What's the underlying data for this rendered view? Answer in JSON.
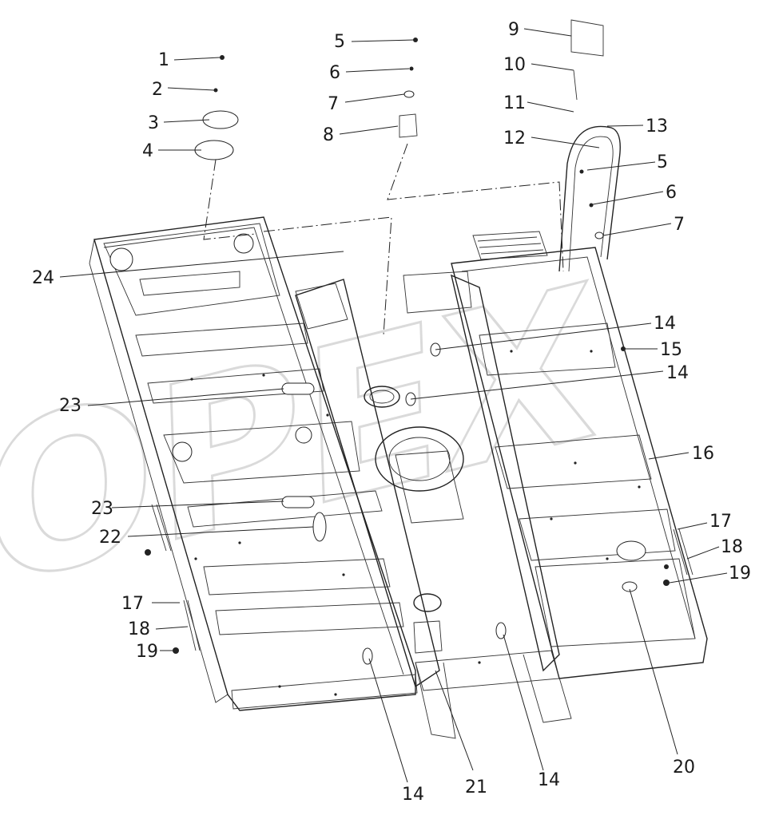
{
  "watermark": {
    "text": "OPEX",
    "stroke": "#d6d6d6"
  },
  "colors": {
    "line": "#222222",
    "background": "#ffffff"
  },
  "callouts": [
    {
      "id": "c1",
      "label": "1"
    },
    {
      "id": "c2",
      "label": "2"
    },
    {
      "id": "c3",
      "label": "3"
    },
    {
      "id": "c4",
      "label": "4"
    },
    {
      "id": "c5a",
      "label": "5"
    },
    {
      "id": "c6a",
      "label": "6"
    },
    {
      "id": "c7a",
      "label": "7"
    },
    {
      "id": "c8",
      "label": "8"
    },
    {
      "id": "c9",
      "label": "9"
    },
    {
      "id": "c10",
      "label": "10"
    },
    {
      "id": "c11",
      "label": "11"
    },
    {
      "id": "c12",
      "label": "12"
    },
    {
      "id": "c13",
      "label": "13"
    },
    {
      "id": "c5b",
      "label": "5"
    },
    {
      "id": "c6b",
      "label": "6"
    },
    {
      "id": "c7b",
      "label": "7"
    },
    {
      "id": "c24",
      "label": "24"
    },
    {
      "id": "c14a",
      "label": "14"
    },
    {
      "id": "c15",
      "label": "15"
    },
    {
      "id": "c14b",
      "label": "14"
    },
    {
      "id": "c23a",
      "label": "23"
    },
    {
      "id": "c16",
      "label": "16"
    },
    {
      "id": "c23b",
      "label": "23"
    },
    {
      "id": "c22",
      "label": "22"
    },
    {
      "id": "c17a",
      "label": "17"
    },
    {
      "id": "c18a",
      "label": "18"
    },
    {
      "id": "c19a",
      "label": "19"
    },
    {
      "id": "c17b",
      "label": "17"
    },
    {
      "id": "c18b",
      "label": "18"
    },
    {
      "id": "c19b",
      "label": "19"
    },
    {
      "id": "c20",
      "label": "20"
    },
    {
      "id": "c14c",
      "label": "14"
    },
    {
      "id": "c21",
      "label": "21"
    },
    {
      "id": "c14d",
      "label": "14"
    }
  ]
}
